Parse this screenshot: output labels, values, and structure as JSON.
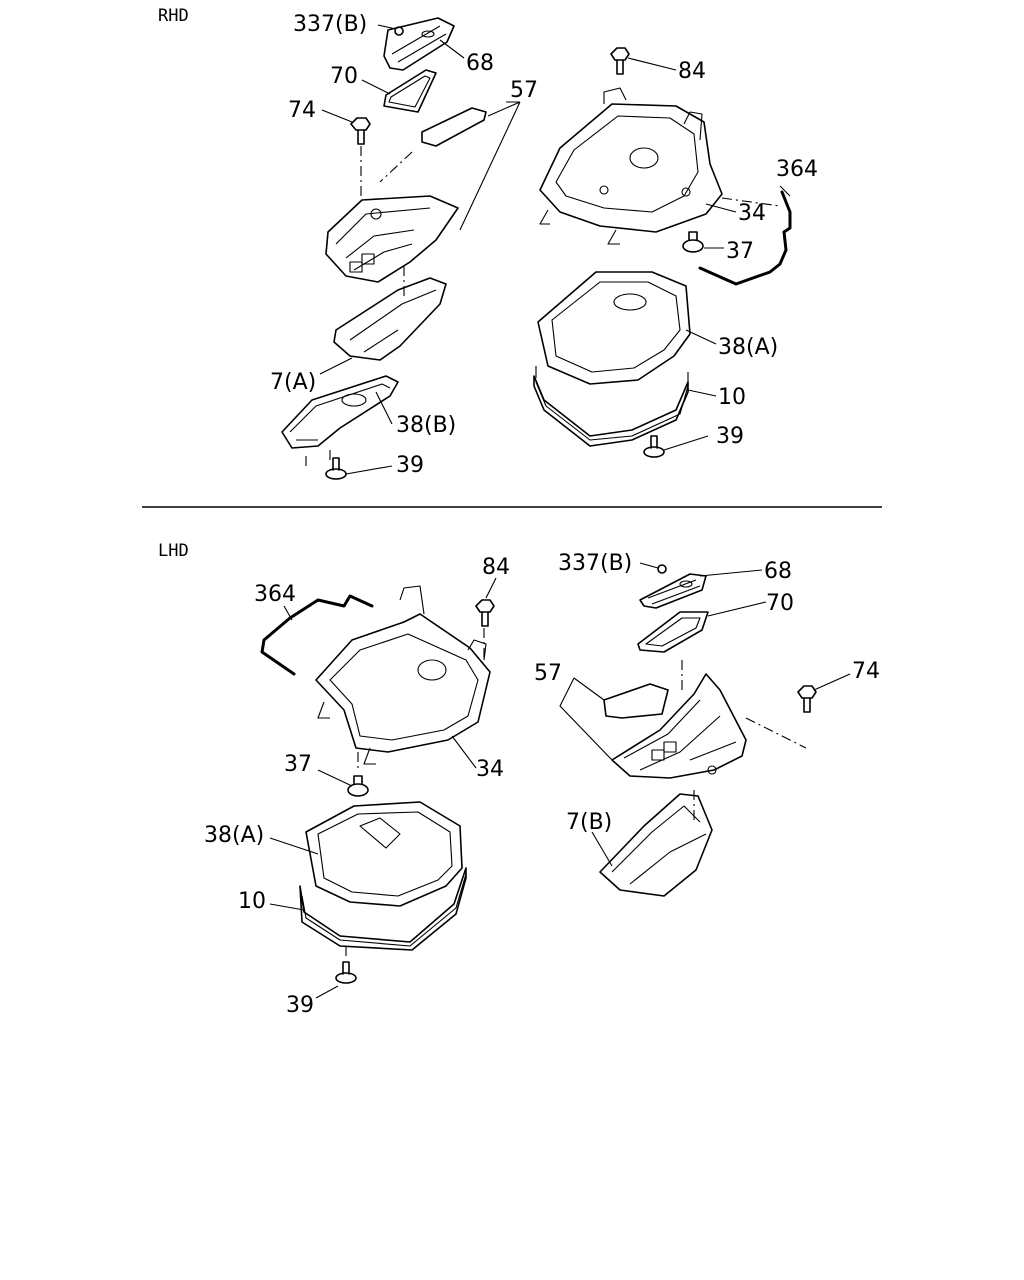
{
  "sections": [
    {
      "id": "rhd",
      "label": "RHD",
      "callouts": [
        "337(B)",
        "68",
        "70",
        "74",
        "57",
        "84",
        "364",
        "34",
        "37",
        "38(A)",
        "10",
        "39",
        "7(A)",
        "38(B)",
        "39"
      ]
    },
    {
      "id": "lhd",
      "label": "LHD",
      "callouts": [
        "364",
        "84",
        "37",
        "34",
        "38(A)",
        "10",
        "39",
        "337(B)",
        "68",
        "70",
        "57",
        "74",
        "7(B)"
      ]
    }
  ]
}
